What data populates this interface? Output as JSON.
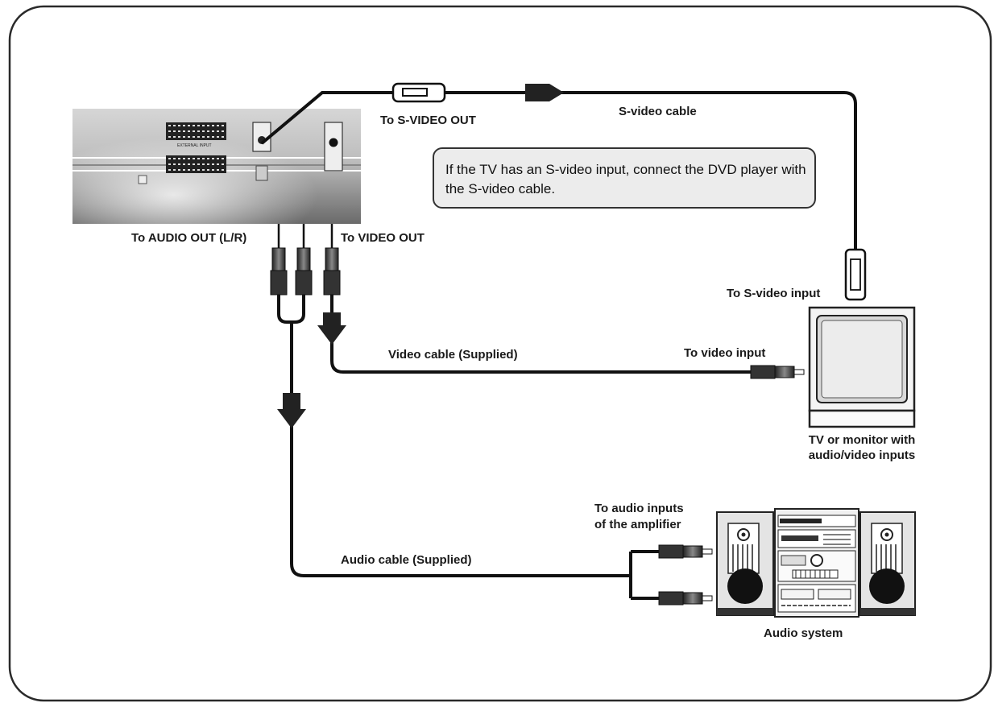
{
  "labels": {
    "s_video_out": "To S-VIDEO OUT",
    "s_video_cable": "S-video cable",
    "audio_out": "To AUDIO OUT (L/R)",
    "video_out": "To VIDEO OUT",
    "s_video_input": "To S-video input",
    "video_cable": "Video cable (Supplied)",
    "video_input": "To video input",
    "tv_line1": "TV or monitor with",
    "tv_line2": "audio/video inputs",
    "amp_line1": "To audio inputs",
    "amp_line2": "of the amplifier",
    "audio_cable": "Audio cable (Supplied)",
    "audio_system": "Audio system"
  },
  "note": "If the TV has an S-video input, connect the DVD player with the S-video cable.",
  "panel_text": {
    "scart": "EXTERNAL INPUT"
  }
}
